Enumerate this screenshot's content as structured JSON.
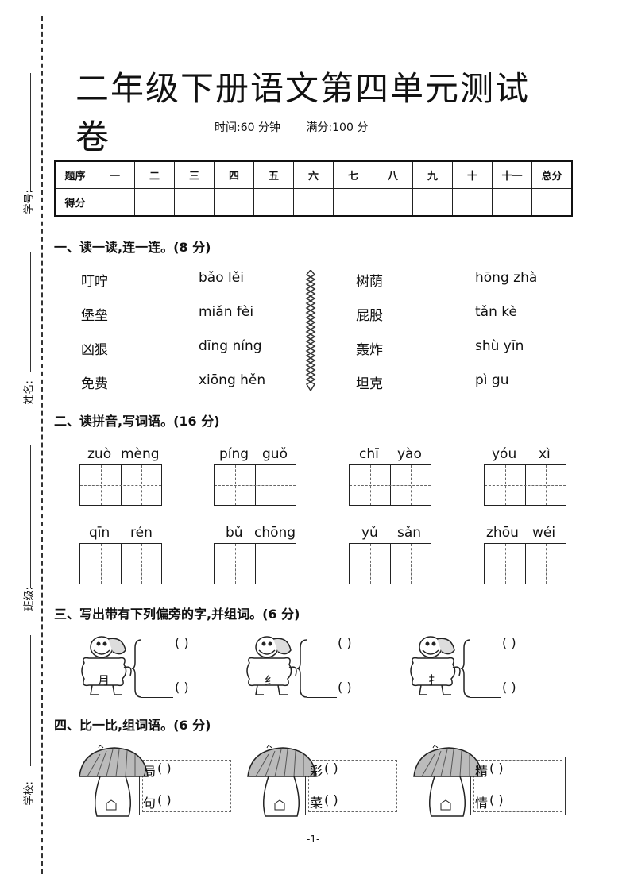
{
  "side": {
    "student_no": "学号:",
    "name": "姓名:",
    "class": "班级:",
    "school": "学校:"
  },
  "header": {
    "title": "二年级下册语文第四单元测试卷",
    "time": "时间:60 分钟",
    "full_score": "满分:100 分"
  },
  "score_table": {
    "header_row": [
      "题序",
      "一",
      "二",
      "三",
      "四",
      "五",
      "六",
      "七",
      "八",
      "九",
      "十",
      "十一",
      "总分"
    ],
    "score_label": "得分"
  },
  "section1": {
    "title": "一、读一读,连一连。(8 分)",
    "left_words": [
      "叮咛",
      "堡垒",
      "凶狠",
      "免费"
    ],
    "left_pinyin": [
      "bǎo lěi",
      "miǎn fèi",
      "dīng níng",
      "xiōng hěn"
    ],
    "right_words": [
      "树荫",
      "屁股",
      "轰炸",
      "坦克"
    ],
    "right_pinyin": [
      "hōng zhà",
      "tǎn kè",
      "shù yīn",
      "pì gu"
    ]
  },
  "section2": {
    "title": "二、读拼音,写词语。(16 分)",
    "row1": [
      [
        "zuò",
        "mèng"
      ],
      [
        "píng",
        "guǒ"
      ],
      [
        "chī",
        "yào"
      ],
      [
        "yóu",
        "xì"
      ]
    ],
    "row2": [
      [
        "qīn",
        "rén"
      ],
      [
        "bǔ",
        "chōng"
      ],
      [
        "yǔ",
        "sǎn"
      ],
      [
        "zhōu",
        "wéi"
      ]
    ]
  },
  "section3": {
    "title": "三、写出带有下列偏旁的字,并组词。(6 分)",
    "radicals": [
      "月",
      "纟",
      "扌"
    ],
    "blank": "(            )"
  },
  "section4": {
    "title": "四、比一比,组词语。(6 分)",
    "pairs": [
      [
        "局",
        "句"
      ],
      [
        "彩",
        "菜"
      ],
      [
        "精",
        "情"
      ]
    ],
    "blank": "(            )"
  },
  "footer": {
    "page": "-1-"
  }
}
